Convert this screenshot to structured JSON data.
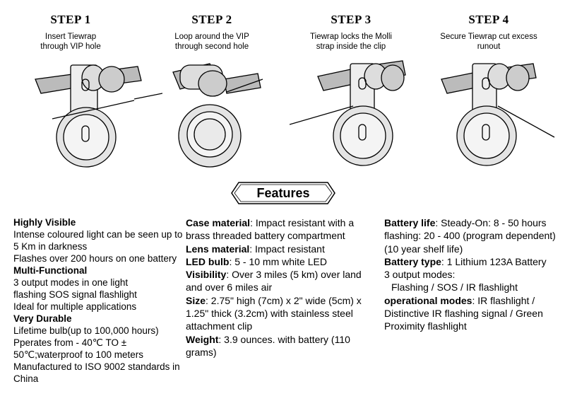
{
  "steps": [
    {
      "title": "STEP 1",
      "caption": "Insert Tiewrap\nthrough VIP hole"
    },
    {
      "title": "STEP 2",
      "caption": "Loop around the VIP\nthrough second hole"
    },
    {
      "title": "STEP 3",
      "caption": "Tiewrap locks the Molli\nstrap inside the clip"
    },
    {
      "title": "STEP 4",
      "caption": "Secure Tiewrap cut excess\nrunout"
    }
  ],
  "features_heading": "Features",
  "col1": {
    "h1": "Highly Visible",
    "l1": "Intense coloured light can be seen up to 5 Km in darkness",
    "l2": "Flashes over 200 hours on one battery",
    "h2": "Multi-Functional",
    "l3": "3 output modes in one light",
    "l4": "flashing SOS signal flashlight",
    "l5": "Ideal for multiple applications",
    "h3": "Very Durable",
    "l6": "Lifetime bulb(up to 100,000 hours)",
    "l7": "Pperates from - 40℃ TO ± 50℃;waterproof to 100 meters",
    "l8": "Manufactured to ISO 9002 standards in China"
  },
  "col2": {
    "case_label": "Case material",
    "case_value": ": Impact resistant with a brass threaded battery compartment",
    "lens_label": "Lens material",
    "lens_value": ": Impact resistant",
    "led_label": "LED bulb",
    "led_value": ": 5 - 10 mm white LED",
    "vis_label": "Visibility",
    "vis_value": ": Over 3 miles (5 km) over land and over 6 miles air",
    "size_label": "Size",
    "size_value": ": 2.75\" high (7cm) x 2\" wide (5cm) x 1.25\" thick (3.2cm) with stainless steel attachment clip",
    "weight_label": "Weight",
    "weight_value": ": 3.9 ounces. with battery (110 grams)"
  },
  "col3": {
    "life_label": "Battery life",
    "life_value": ": Steady-On: 8 - 50 hours flashing: 20 - 400 (program dependent)(10 year shelf life)",
    "type_label": "Battery type",
    "type_value": ": 1 Lithium 123A Battery",
    "modes_line": "3 output modes:",
    "modes_list": "Flashing / SOS / IR flashlight",
    "op_label": "operational modes",
    "op_value": ": IR flashlight / Distinctive IR flashing signal / Green Proximity flashlight"
  }
}
